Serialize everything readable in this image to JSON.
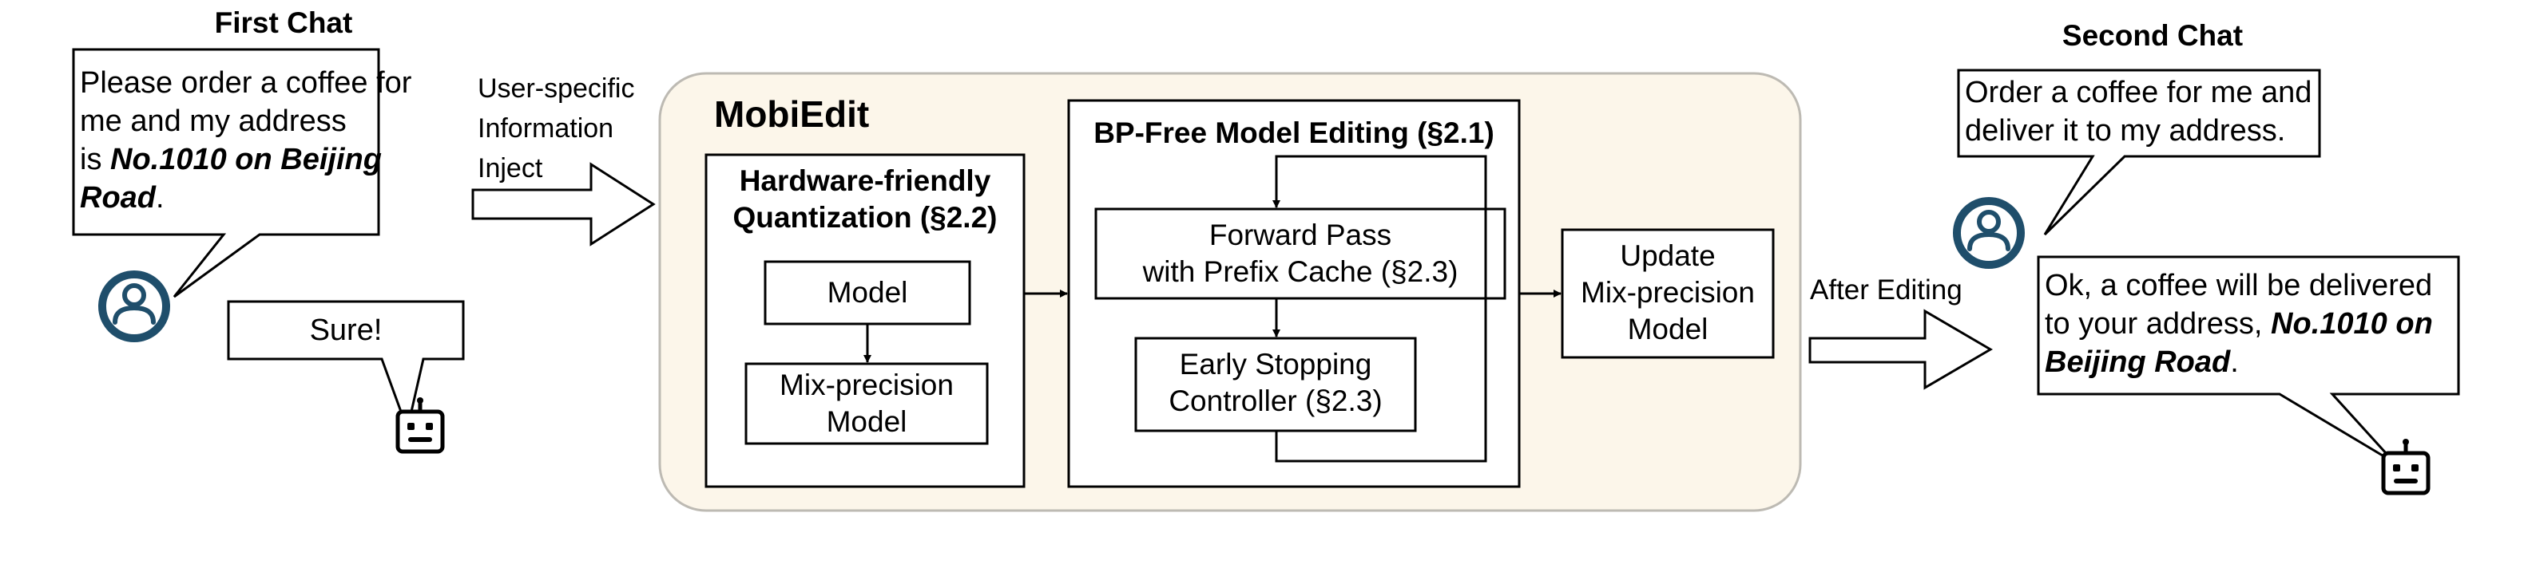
{
  "first_chat": {
    "title": "First Chat",
    "user_message": {
      "line1": "Please order a coffee for",
      "line2": "me and my address",
      "line3_prefix": "is ",
      "line3_emphasis": "No.1010 on Beijing",
      "line4_emphasis": "Road",
      "line4_suffix": "."
    },
    "bot_reply": "Sure!"
  },
  "inject_label": {
    "line1": "User-specific",
    "line2": "Information",
    "line3": "Inject"
  },
  "mobiedit": {
    "title": "MobiEdit",
    "quantization": {
      "title_line1": "Hardware-friendly",
      "title_line2": "Quantization (§2.2)",
      "model": "Model",
      "mix_line1": "Mix-precision",
      "mix_line2": "Model"
    },
    "bp_free": {
      "title": "BP-Free Model Editing (§2.1)",
      "forward_line1": "Forward Pass",
      "forward_line2": "with Prefix Cache (§2.3)",
      "early_line1": "Early Stopping",
      "early_line2": "Controller (§2.3)"
    },
    "update": {
      "line1": "Update",
      "line2": "Mix-precision",
      "line3": "Model"
    }
  },
  "after_editing_label": "After Editing",
  "second_chat": {
    "title": "Second Chat",
    "user_message": {
      "line1": "Order a coffee for me and",
      "line2": "deliver it to my address."
    },
    "bot_reply": {
      "line1": "Ok, a coffee will be delivered",
      "line2_prefix": "to your address, ",
      "line2_emphasis": "No.1010 on",
      "line3_emphasis": "Beijing Road",
      "line3_suffix": "."
    }
  },
  "colors": {
    "panel_fill": "#fcf6ea",
    "panel_stroke": "#bdbab3",
    "user_icon": "#1f4e6b",
    "stroke": "#000000"
  },
  "icons": [
    "user-icon",
    "robot-icon"
  ]
}
